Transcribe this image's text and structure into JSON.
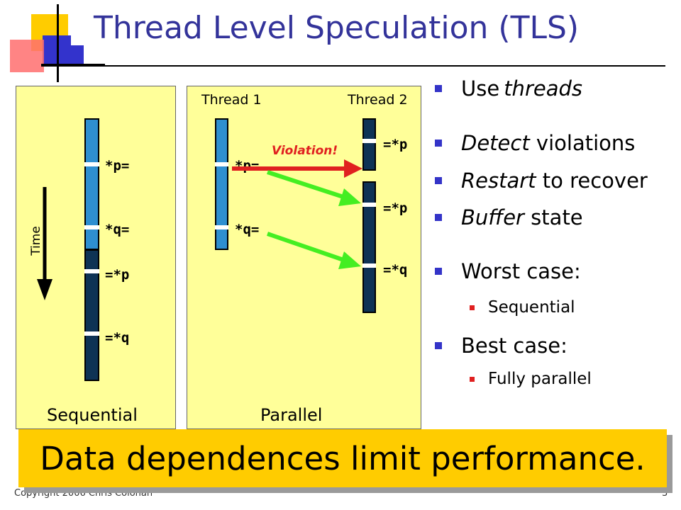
{
  "title": "Thread Level Speculation (TLS)",
  "colors": {
    "title": "#33339a",
    "panel": "#ffff99",
    "bar_light": "#2e8fd0",
    "bar_dark": "#0e3355",
    "banner": "#ffcc00",
    "arrow_green": "#22dd22",
    "arrow_red": "#e02020"
  },
  "sequential": {
    "label": "Sequential",
    "time_label": "Time",
    "ops": [
      "*p=",
      "*q=",
      "=*p",
      "=*q"
    ]
  },
  "parallel": {
    "label": "Parallel",
    "thread1": {
      "label": "Thread 1",
      "ops": [
        "*p=",
        "*q="
      ]
    },
    "thread2": {
      "label": "Thread 2",
      "ops": [
        "=*p",
        "=*p",
        "=*q"
      ]
    },
    "violation": "Violation!"
  },
  "bullets": {
    "b1": {
      "em": "",
      "text": "Use ",
      "em_after": "threads"
    },
    "b2": {
      "em": "Detect",
      "text": " violations"
    },
    "b3": {
      "em": "Restart",
      "text": " to recover"
    },
    "b4": {
      "em": "Buffer",
      "text": " state"
    },
    "b5": {
      "text": "Worst case:"
    },
    "b5a": {
      "text": "Sequential"
    },
    "b6": {
      "text": "Best case:"
    },
    "b6a": {
      "text": "Fully parallel"
    }
  },
  "banner": "Data dependences limit performance.",
  "footer": {
    "copyright": "Copyright 2006 Chris Colohan",
    "page": "3"
  }
}
